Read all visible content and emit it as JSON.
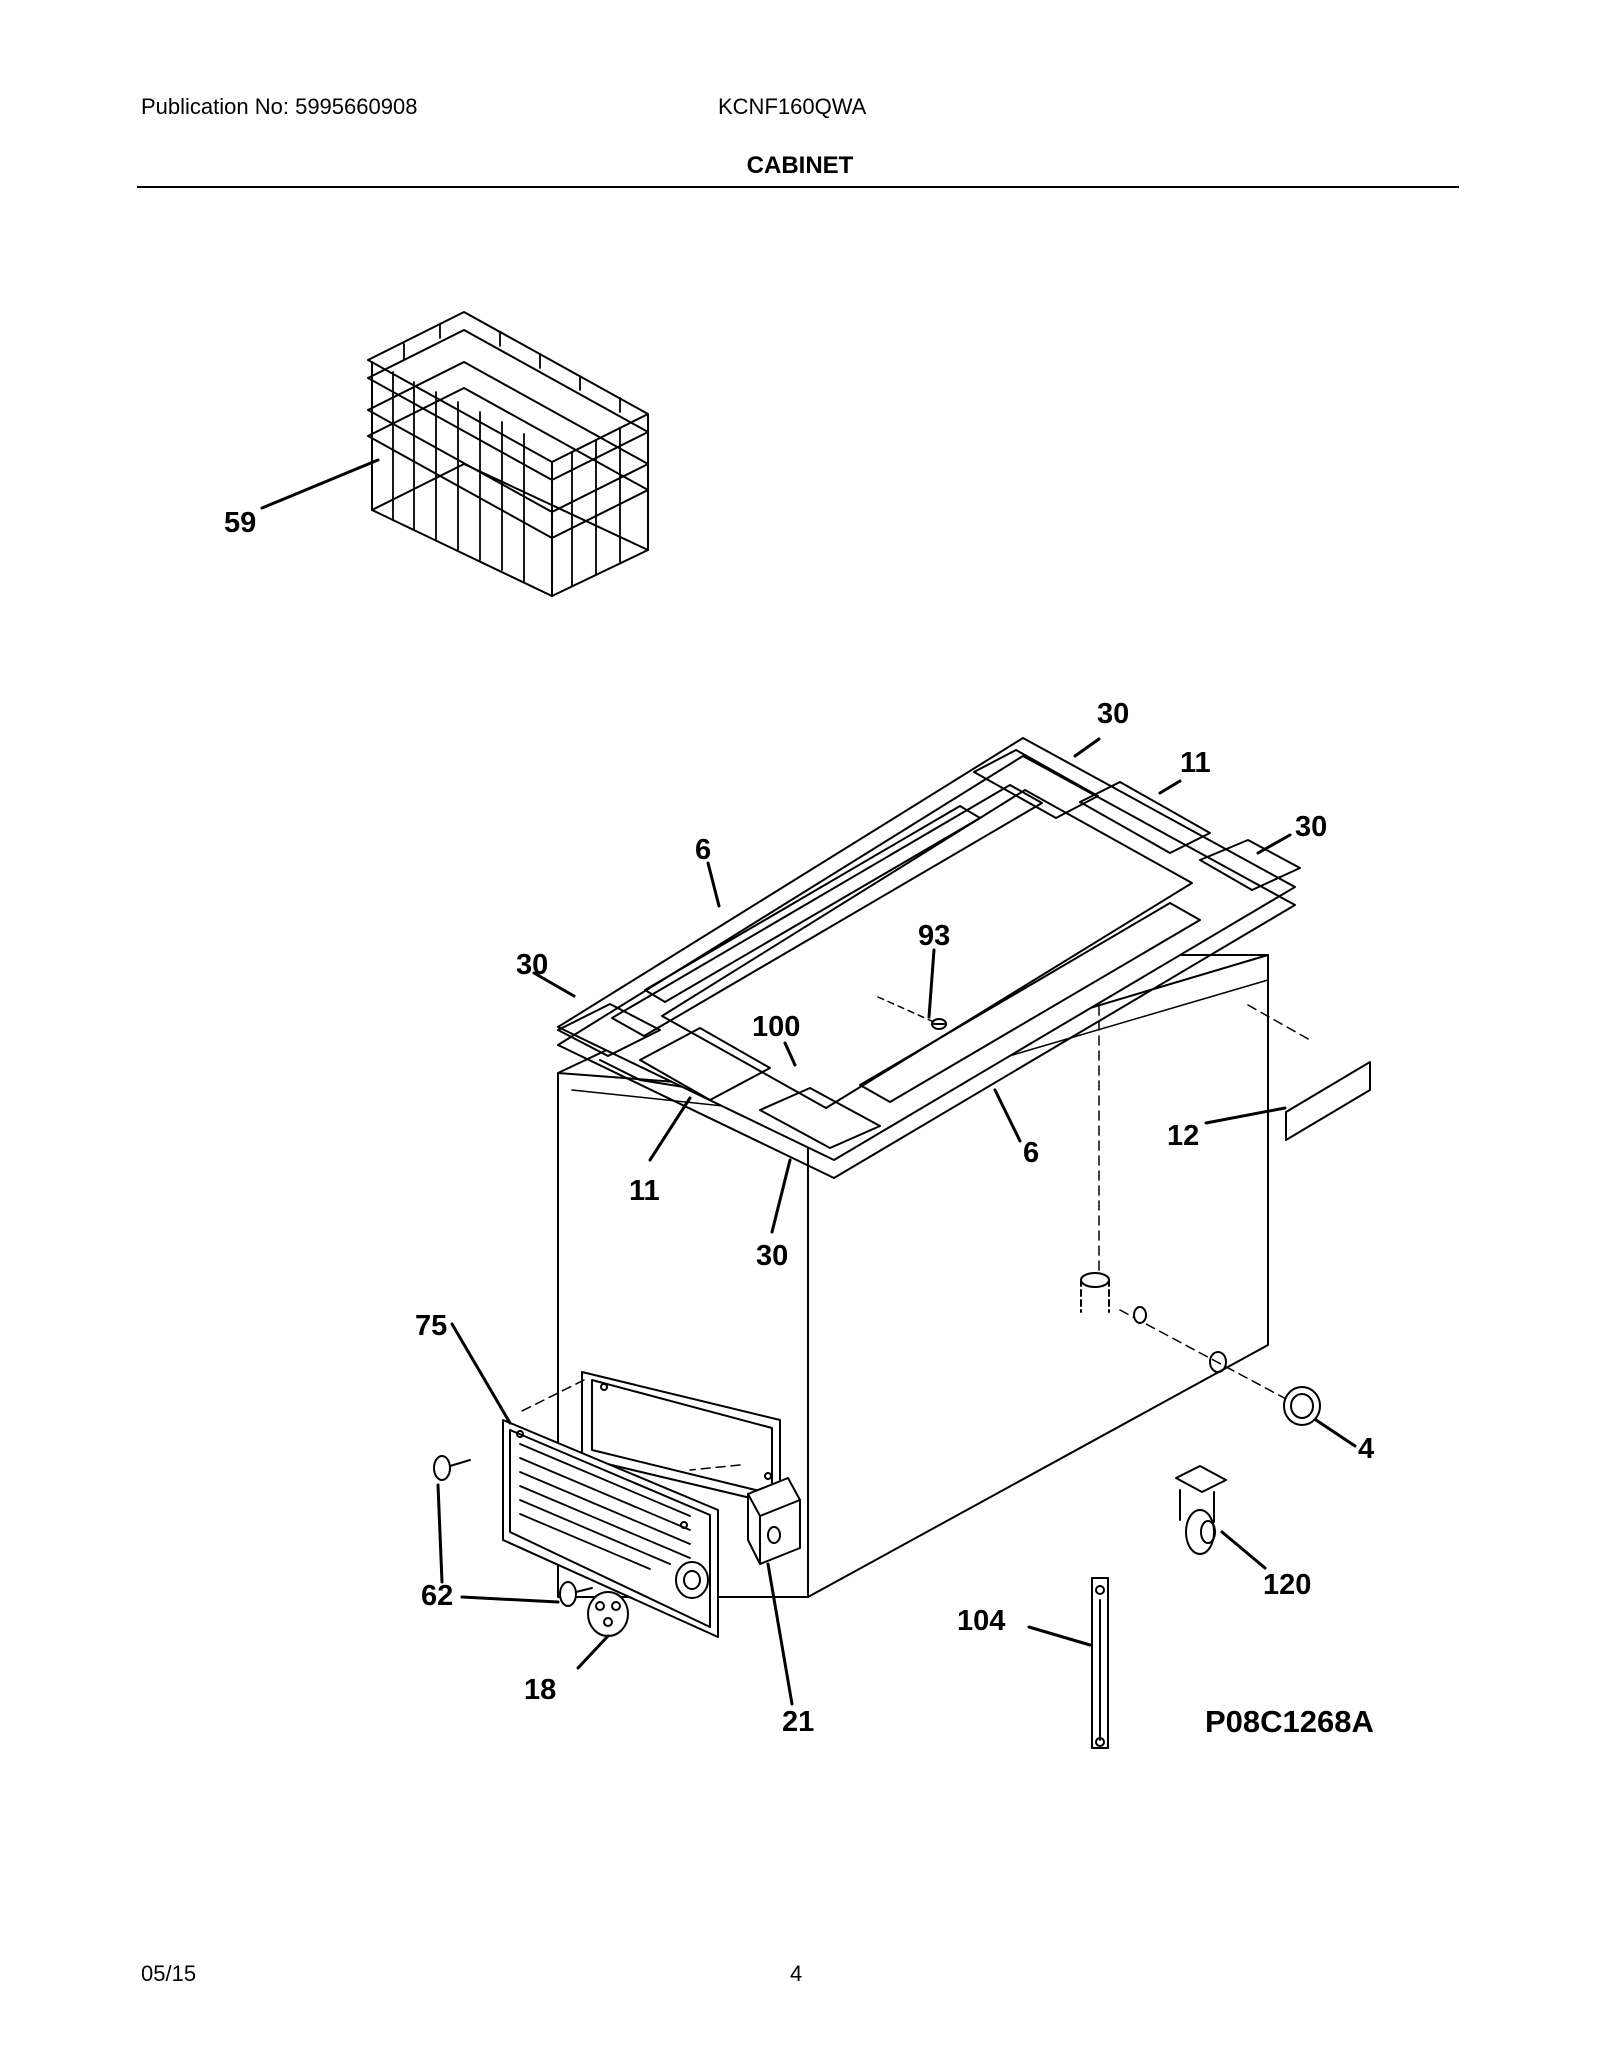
{
  "header": {
    "publication": "Publication No: 5995660908",
    "model": "KCNF160QWA",
    "section_title": "CABINET"
  },
  "diagram": {
    "code": "P08C1268A",
    "callouts": {
      "basket": "59",
      "corner_top": "30",
      "gasket_right": "11",
      "corner_right": "30",
      "gasket_back_left": "6",
      "corner_left": "30",
      "screw_center": "93",
      "lid_liner": "100",
      "gasket_front": "6",
      "label": "12",
      "gasket_left": "11",
      "corner_front": "30",
      "grille": "75",
      "drain_plug": "4",
      "screw_upper": "62",
      "caster": "120",
      "screw_lower": "62",
      "thermometer": "104",
      "knob": "18",
      "control": "21"
    }
  },
  "footer": {
    "date": "05/15",
    "page": "4"
  }
}
